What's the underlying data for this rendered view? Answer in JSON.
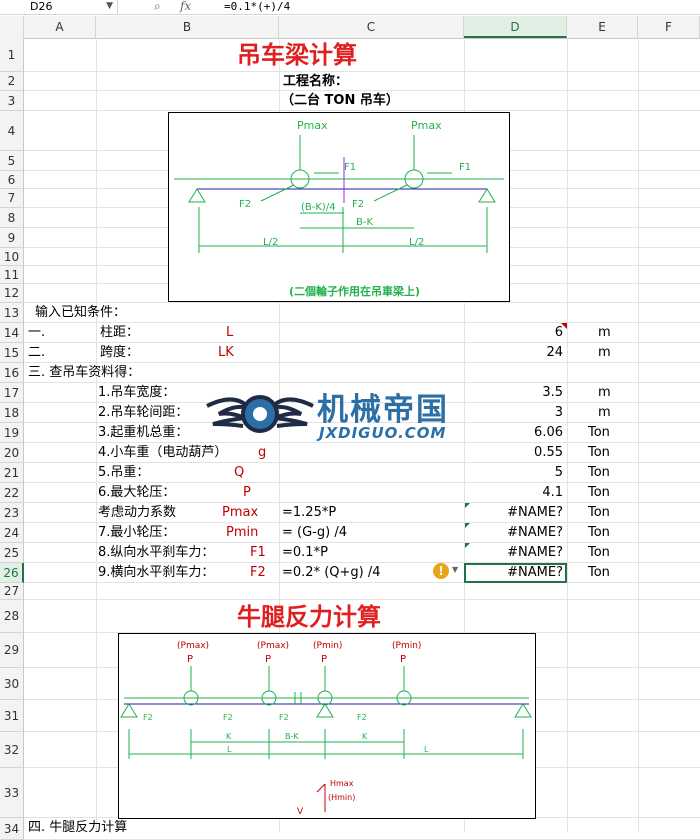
{
  "formula_bar": {
    "name_box": "D26",
    "search": "🔍",
    "fx": "fx",
    "formula": "=0.1*(+)/4"
  },
  "columns": [
    "A",
    "B",
    "C",
    "D",
    "E",
    "F"
  ],
  "rows": [
    "1",
    "2",
    "3",
    "4",
    "5",
    "6",
    "7",
    "8",
    "9",
    "10",
    "11",
    "12",
    "13",
    "14",
    "15",
    "16",
    "17",
    "18",
    "19",
    "20",
    "21",
    "22",
    "23",
    "24",
    "25",
    "26",
    "27",
    "28",
    "29",
    "30",
    "31",
    "32",
    "33",
    "34"
  ],
  "sheet": {
    "title": "吊车梁计算",
    "project_label": "工程名称：",
    "subtitle": "（二台 TON 吊车）",
    "diagram1": {
      "pmax_left": "Pmax",
      "pmax_right": "Pmax",
      "f1_left": "F1",
      "f1_right": "F1",
      "f2_left": "F2",
      "f2_right": "F2",
      "bk_half": "(B-K)/4",
      "bk": "B-K",
      "l_half_left": "L/2",
      "l_half_right": "L/2",
      "caption": "(二個輪子作用在吊車梁上)"
    },
    "input_header": "输入已知条件：",
    "r14": {
      "num": "一.",
      "label": "柱距：",
      "sym": "L",
      "value": "6",
      "unit": "m"
    },
    "r15": {
      "num": "二.",
      "label": "跨度：",
      "sym": "LK",
      "value": "24",
      "unit": "m"
    },
    "r16": {
      "text": "三. 查吊车资料得："
    },
    "r17": {
      "label": "1.吊车宽度：",
      "value": "3.5",
      "unit": "m"
    },
    "r18": {
      "label": "2.吊车轮间距：",
      "value": "3",
      "unit": "m"
    },
    "r19": {
      "label": "3.起重机总重：",
      "value": "6.06",
      "unit": "Ton"
    },
    "r20": {
      "label": "4.小车重（电动葫芦）",
      "sym": "g",
      "value": "0.55",
      "unit": "Ton"
    },
    "r21": {
      "label": "5.吊重：",
      "sym": "Q",
      "value": "5",
      "unit": "Ton"
    },
    "r22": {
      "label": "6.最大轮压：",
      "sym": "P",
      "value": "4.1",
      "unit": "Ton"
    },
    "r23": {
      "label": "考虑动力系数",
      "sym": "Pmax",
      "formula": "=1.25*P",
      "value": "#NAME?",
      "unit": "Ton"
    },
    "r24": {
      "label": "7.最小轮压：",
      "sym": "Pmin",
      "formula": "= (G-g) /4",
      "value": "#NAME?",
      "unit": "Ton"
    },
    "r25": {
      "label": "8.纵向水平刹车力：",
      "sym": "F1",
      "formula": "=0.1*P",
      "value": "#NAME?",
      "unit": "Ton"
    },
    "r26": {
      "label": "9.横向水平刹车力：",
      "sym": "F2",
      "formula": "=0.2* (Q+g) /4",
      "value": "#NAME?",
      "unit": "Ton"
    },
    "title2": "牛腿反力计算",
    "diagram2": {
      "p_labels": [
        "(Pmax)",
        "(Pmax)",
        "(Pmin)",
        "(Pmin)"
      ],
      "p": "P",
      "f2": "F2",
      "k": "K",
      "bk": "B-K",
      "l": "L",
      "hmax": "Hmax",
      "hmin": "(Hmin)",
      "v": "V"
    },
    "r34": "四. 牛腿反力计算"
  },
  "watermark": {
    "text": "机械帝国",
    "url": "JXDIGUO.COM"
  },
  "colors": {
    "accent": "#217346",
    "title": "#e02020",
    "diagram_green": "#22b14c",
    "diagram_blue": "#1b1bb0"
  }
}
